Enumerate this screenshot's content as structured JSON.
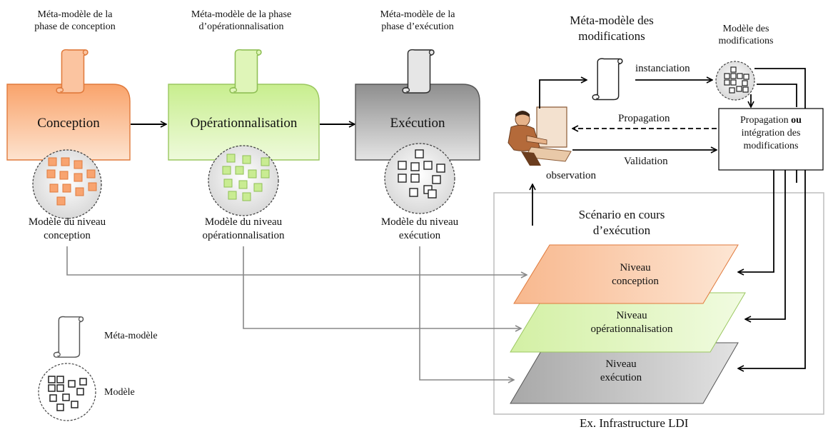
{
  "labels": {
    "meta_conception": "Méta-modèle de la\nphase de conception",
    "meta_operationnalisation": "Méta-modèle de la phase\nd’opérationnalisation",
    "meta_execution": "Méta-modèle de la\nphase d’exécution",
    "meta_modifications": "Méta-modèle des\nmodifications",
    "modele_modifications": "Modèle des\nmodifications",
    "phase_conception": "Conception",
    "phase_operationnalisation": "Opérationnalisation",
    "phase_execution": "Exécution",
    "modele_conception": "Modèle du niveau\nconception",
    "modele_operationnalisation": "Modèle du niveau\nopérationnalisation",
    "modele_execution": "Modèle du niveau\nexécution",
    "instanciation": "instanciation",
    "propagation": "Propagation",
    "validation": "Validation",
    "observation": "observation",
    "box_line1_a": "Propagation ",
    "box_line1_b": "ou",
    "box_line2": "intégration des",
    "box_line3": "modifications",
    "scenario": "Scénario en cours\nd’exécution",
    "niveau_conception": "Niveau\nconception",
    "niveau_operationnalisation": "Niveau\nopérationnalisation",
    "niveau_execution": "Niveau\nexécution",
    "legend_meta": "Méta-modèle",
    "legend_modele": "Modèle",
    "infrastructure": "Ex. Infrastructure LDI"
  },
  "colors": {
    "conception": "#f7b58a",
    "operationnalisation": "#d5f0a8",
    "execution": "#bdbdbd",
    "arrow_grey": "#888888"
  },
  "icons": [
    "scroll-icon",
    "model-circle-icon",
    "person-computer-icon"
  ]
}
